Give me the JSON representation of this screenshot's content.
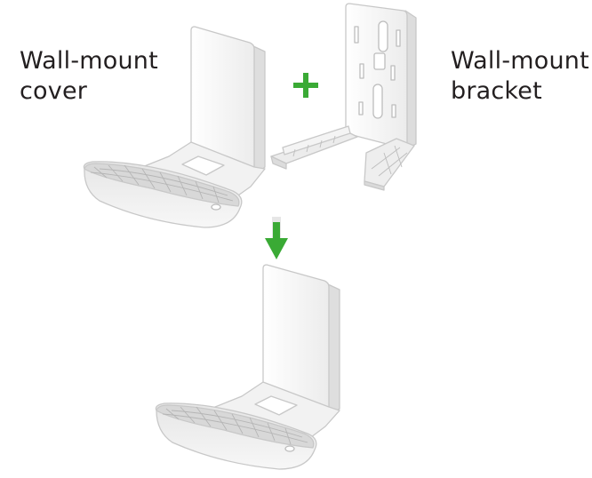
{
  "labels": {
    "cover": {
      "line1": "Wall-mount",
      "line2": "cover"
    },
    "bracket": {
      "line1": "Wall-mount",
      "line2": "bracket"
    }
  },
  "symbols": {
    "plus": "+",
    "arrow": "down-arrow"
  },
  "colors": {
    "accent": "#3aaa35",
    "outline": "#c8c8c8",
    "text": "#231f20"
  }
}
